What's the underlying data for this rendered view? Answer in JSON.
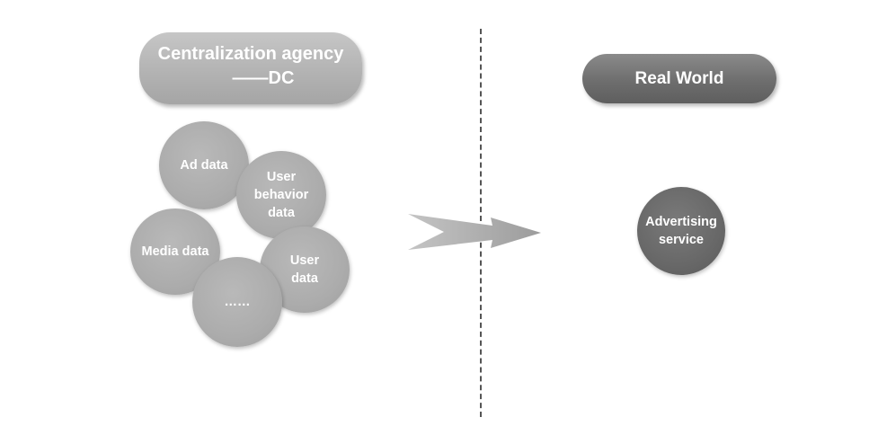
{
  "left_title": {
    "line1": "Centralization agency",
    "line2": "——DC"
  },
  "right_title": "Real World",
  "data_nodes": [
    {
      "label": "Ad data"
    },
    {
      "label": "User\nbehavior\ndata"
    },
    {
      "label": "Media data"
    },
    {
      "label": "User\ndata"
    },
    {
      "label": "……"
    }
  ],
  "service_node": {
    "label": "Advertising\nservice"
  },
  "colors": {
    "light_gray": "#b3b3b3",
    "dark_gray": "#6e6e6e",
    "arrow_gray": "#a8a8a8",
    "divider": "#555555"
  }
}
